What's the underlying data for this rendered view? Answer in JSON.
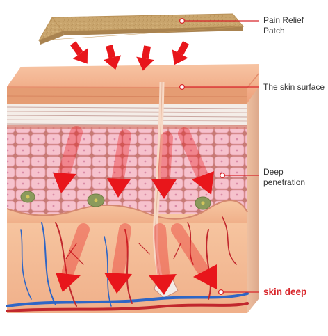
{
  "labels": {
    "patch_line1": "Pain Relief",
    "patch_line2": "Patch",
    "surface": "The skin surface",
    "deep_line1": "Deep",
    "deep_line2": "penetration",
    "skin_deep": "skin deep"
  },
  "colors": {
    "patch": "#c9a56d",
    "skin_top": "#f3b089",
    "epidermis_cells": "#f6c2cd",
    "dermis": "#f4c29a",
    "arrow": "#e8161b",
    "leader_line": "#d8262b",
    "vein": "#2e66c6",
    "artery": "#c1272d"
  },
  "icons": [
    "down-arrow-icon"
  ]
}
